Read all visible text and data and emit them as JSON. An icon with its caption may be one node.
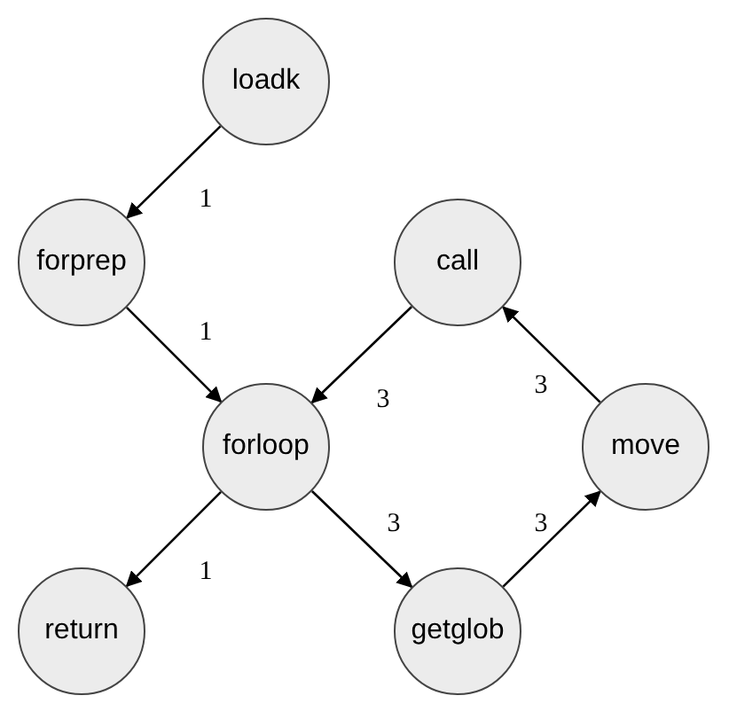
{
  "diagram": {
    "nodes": [
      {
        "text": [
          "loadk"
        ]
      },
      {
        "text": [
          "forprep"
        ]
      },
      {
        "text": [
          "call"
        ]
      },
      {
        "text": [
          "forloop"
        ]
      },
      {
        "text": [
          "move"
        ]
      },
      {
        "text": [
          "return"
        ]
      },
      {
        "text": [
          "getglob"
        ]
      }
    ],
    "edges": [
      {
        "from": 0,
        "to": 1,
        "arrow": "to",
        "label": "1"
      },
      {
        "from": 1,
        "to": 3,
        "arrow": "to",
        "label": "1"
      },
      {
        "from": 2,
        "to": 3,
        "arrow": "to",
        "label": "3"
      },
      {
        "from": 4,
        "to": 2,
        "arrow": "to",
        "label": "3"
      },
      {
        "from": 3,
        "to": 6,
        "arrow": "to",
        "label": "3"
      },
      {
        "from": 6,
        "to": 4,
        "arrow": "to",
        "label": "3"
      },
      {
        "from": 3,
        "to": 5,
        "arrow": "to",
        "label": "1"
      }
    ]
  }
}
